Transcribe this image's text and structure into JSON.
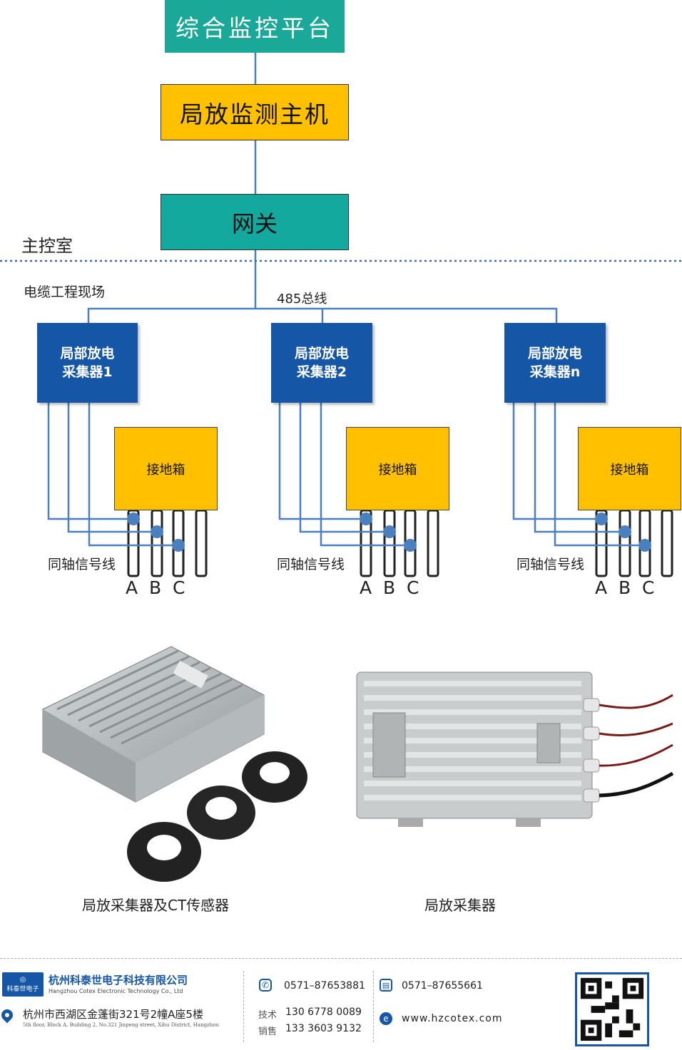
{
  "platform": "综合监控平台",
  "host": "局放监测主机",
  "gateway": "网关",
  "zones": {
    "control_room": "主控室",
    "site": "电缆工程现场"
  },
  "bus_label": "485总线",
  "collectors": [
    {
      "line1": "局部放电",
      "line2": "采集器1",
      "ground_box": "接地箱",
      "coax_label": "同轴信号线",
      "phases": [
        "A",
        "B",
        "C"
      ]
    },
    {
      "line1": "局部放电",
      "line2": "采集器2",
      "ground_box": "接地箱",
      "coax_label": "同轴信号线",
      "phases": [
        "A",
        "B",
        "C"
      ]
    },
    {
      "line1": "局部放电",
      "line2": "采集器n",
      "ground_box": "接地箱",
      "coax_label": "同轴信号线",
      "phases": [
        "A",
        "B",
        "C"
      ]
    }
  ],
  "photos": {
    "left_caption": "局放采集器及CT传感器",
    "right_caption": "局放采集器"
  },
  "footer": {
    "company_cn": "杭州科泰世电子科技有限公司",
    "company_en": "Hangzhou Cotex Electronic Technology Co., Ltd",
    "logo_text": "科泰世电子",
    "address_cn": "杭州市西湖区金蓬街321号2幢A座5楼",
    "address_en": "5th floor, Block A, Building 2, No.321 Jinpeng street, Xihu District, Hangzhou",
    "phone": "0571–87653881",
    "fax": "0571–87655661",
    "tech_label": "技术",
    "tech_phone": "130 6778 0089",
    "sales_label": "销售",
    "sales_phone": "133 3603 9132",
    "website": "www.hzcotex.com"
  },
  "colors": {
    "teal": "#1aa898",
    "yellow": "#ffc000",
    "blue": "#1556a6",
    "line": "#4a7fc0"
  }
}
